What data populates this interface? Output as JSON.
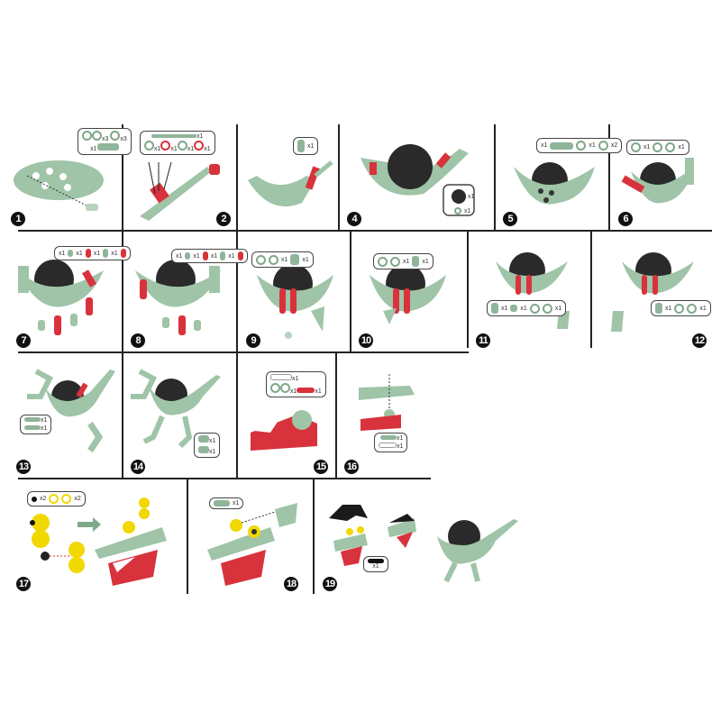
{
  "colors": {
    "body": "#9fc4a7",
    "red": "#d8323c",
    "spikes": "#2a2a2a",
    "eye": "#f1d800",
    "lines": "#222222"
  },
  "steps": [
    {
      "n": "1",
      "parts": [
        "x3",
        "x3",
        "x1"
      ]
    },
    {
      "n": "2",
      "parts": [
        "x1",
        "x1",
        "x1",
        "x1",
        "x1"
      ]
    },
    {
      "n": "",
      "parts": [
        "x1"
      ]
    },
    {
      "n": "4",
      "parts": [
        "x1",
        "x1"
      ]
    },
    {
      "n": "5",
      "parts": [
        "x1",
        "x1",
        "x2"
      ]
    },
    {
      "n": "6",
      "parts": [
        "x1",
        "x1"
      ]
    },
    {
      "n": "7",
      "parts": [
        "x1",
        "x1",
        "x1",
        "x1"
      ]
    },
    {
      "n": "8",
      "parts": [
        "x1",
        "x1",
        "x1",
        "x1"
      ]
    },
    {
      "n": "9",
      "parts": [
        "x1",
        "x1"
      ]
    },
    {
      "n": "10",
      "parts": [
        "x1",
        "x1"
      ]
    },
    {
      "n": "11",
      "parts": [
        "x1",
        "x1",
        "x1"
      ]
    },
    {
      "n": "12",
      "parts": [
        "x1",
        "x1",
        "x1"
      ]
    },
    {
      "n": "13",
      "parts": [
        "x1",
        "x1"
      ]
    },
    {
      "n": "14",
      "parts": [
        "x1",
        "x1"
      ]
    },
    {
      "n": "15",
      "parts": [
        "x1",
        "x1",
        "x1"
      ]
    },
    {
      "n": "16",
      "parts": [
        "x1",
        "x1"
      ]
    },
    {
      "n": "17",
      "parts": [
        "x2",
        "x2"
      ]
    },
    {
      "n": "18",
      "parts": [
        "x1"
      ]
    },
    {
      "n": "19",
      "parts": [
        "x1"
      ]
    }
  ]
}
